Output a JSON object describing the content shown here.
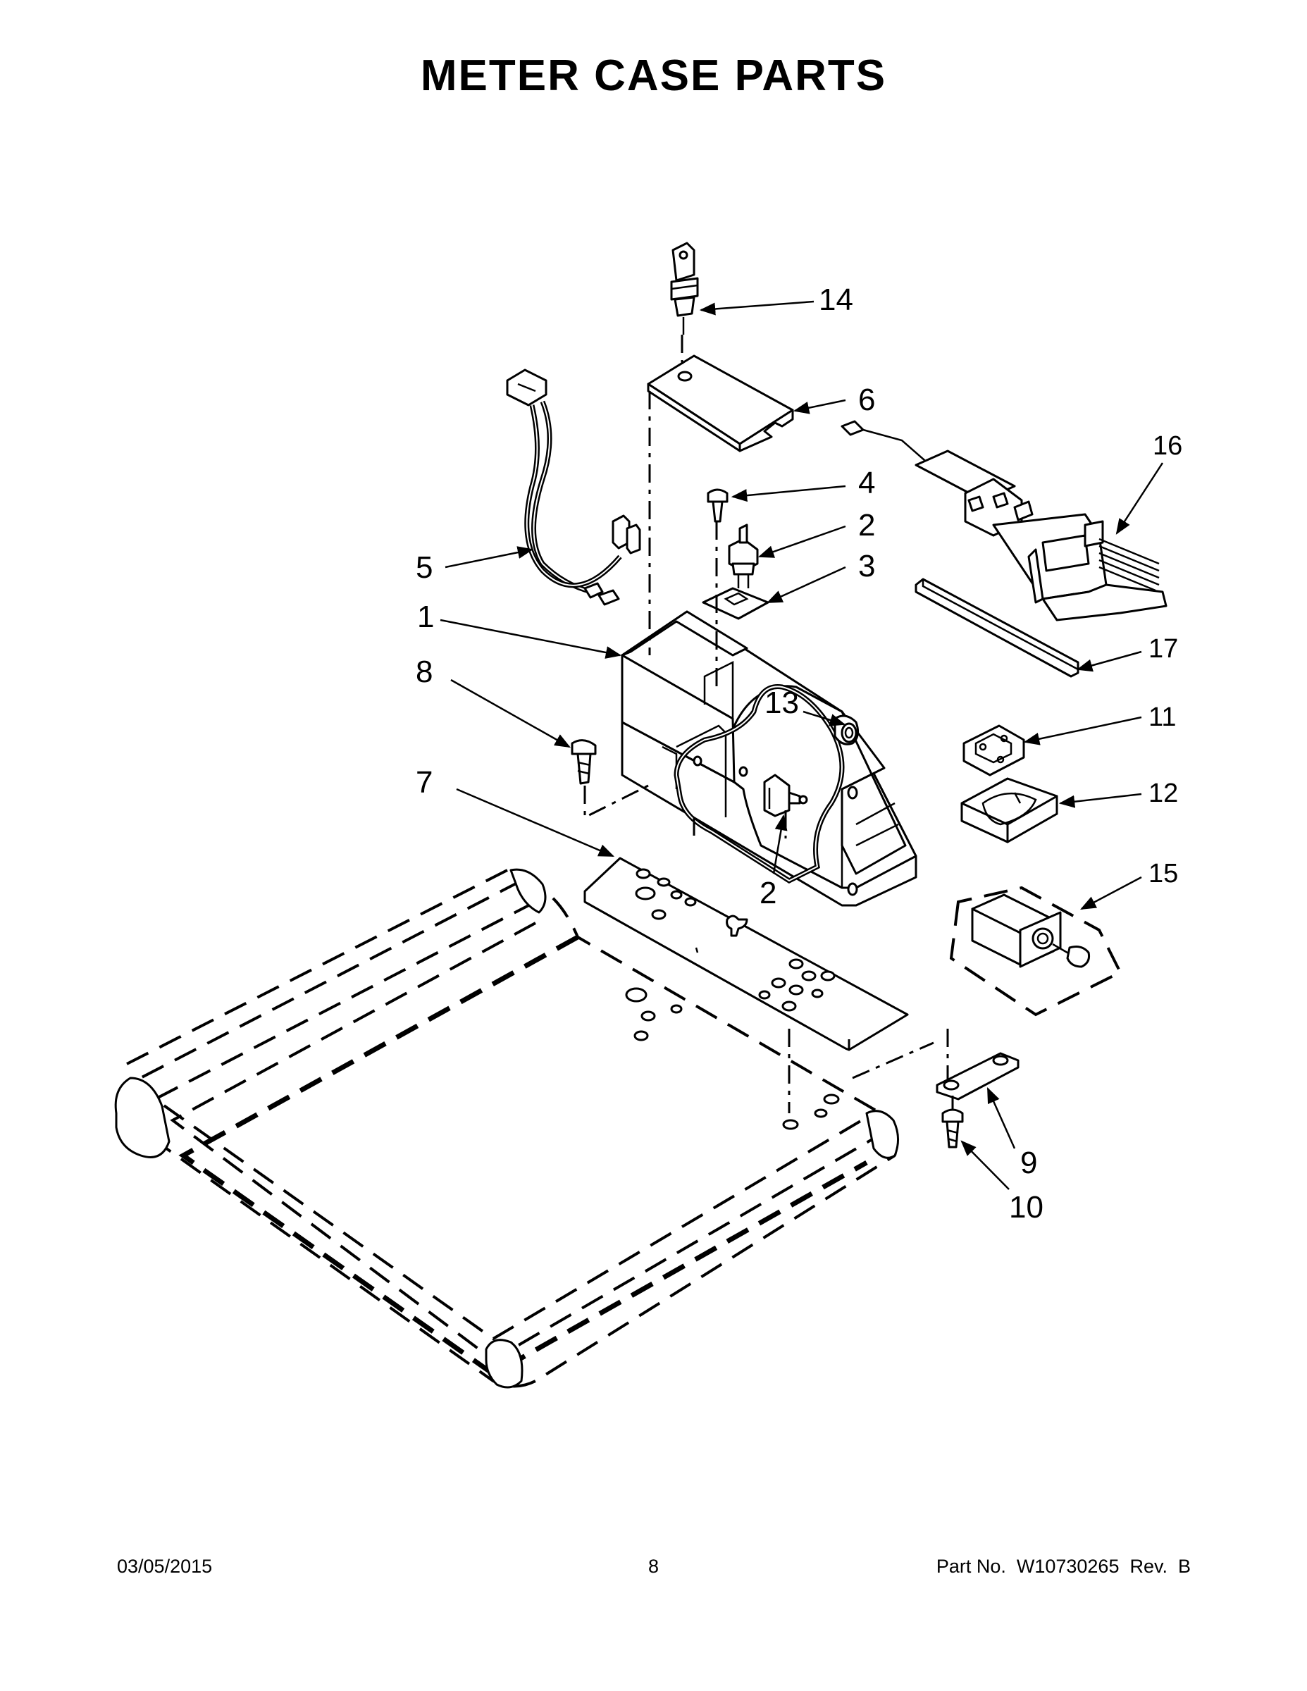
{
  "title": "METER CASE PARTS",
  "callouts": [
    "14",
    "6",
    "16",
    "4",
    "2",
    "3",
    "5",
    "1",
    "8",
    "13",
    "17",
    "11",
    "7",
    "12",
    "2",
    "15",
    "9",
    "10"
  ],
  "footer": {
    "date": "03/05/2015",
    "page": "8",
    "part_number": "Part No.  W10730265  Rev.  B"
  }
}
